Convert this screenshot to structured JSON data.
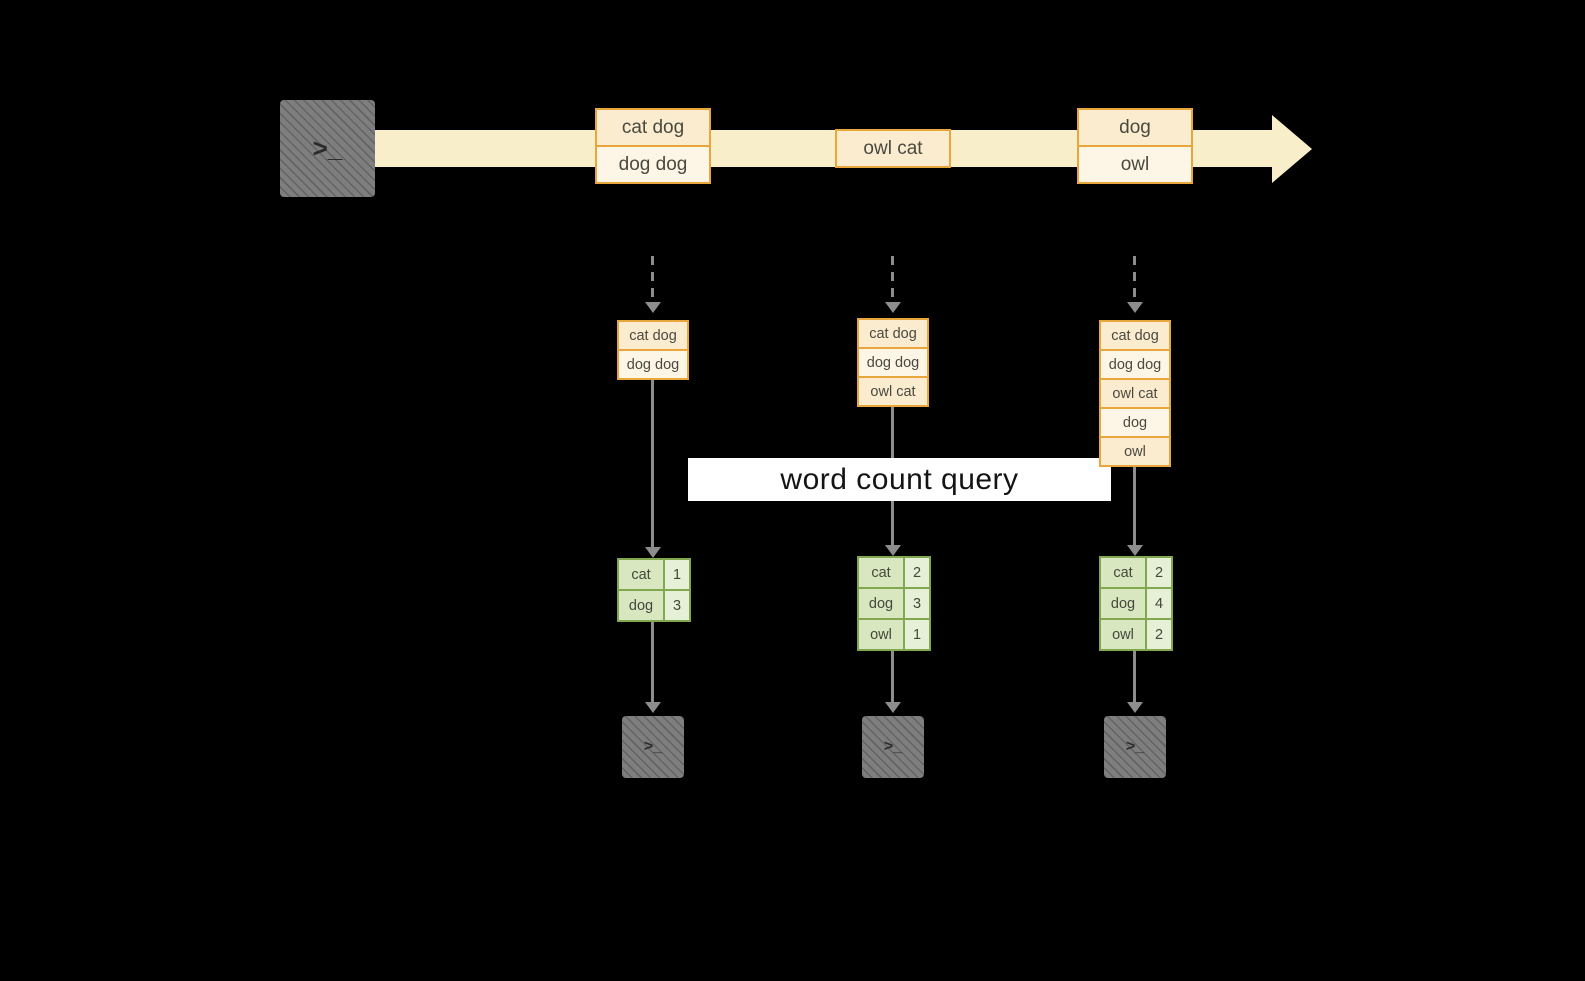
{
  "icons": {
    "terminal_glyph": ">_"
  },
  "banner": {
    "label": "word count query"
  },
  "stream": {
    "events": [
      {
        "lines": [
          "cat dog",
          "dog dog"
        ]
      },
      {
        "lines": [
          "owl cat"
        ]
      },
      {
        "lines": [
          "dog",
          "owl"
        ]
      }
    ]
  },
  "workers": [
    {
      "buffer": [
        "cat dog",
        "dog dog"
      ],
      "counts": [
        {
          "word": "cat",
          "value": "1"
        },
        {
          "word": "dog",
          "value": "3"
        }
      ]
    },
    {
      "buffer": [
        "cat dog",
        "dog dog",
        "owl cat"
      ],
      "counts": [
        {
          "word": "cat",
          "value": "2"
        },
        {
          "word": "dog",
          "value": "3"
        },
        {
          "word": "owl",
          "value": "1"
        }
      ]
    },
    {
      "buffer": [
        "cat dog",
        "dog dog",
        "owl cat",
        "dog",
        "owl"
      ],
      "counts": [
        {
          "word": "cat",
          "value": "2"
        },
        {
          "word": "dog",
          "value": "4"
        },
        {
          "word": "owl",
          "value": "2"
        }
      ]
    }
  ],
  "colors": {
    "background": "#000000",
    "stream_fill": "#f9eeca",
    "box_border_orange": "#e9a63b",
    "box_fill_dark": "#fbecd0",
    "box_fill_light": "#fdf5e6",
    "green_border": "#81a74f",
    "green_fill": "#d9e7c0",
    "arrow_gray": "#8d8d8d",
    "banner_bg": "#ffffff",
    "terminal_gray": "#7e7e7e"
  }
}
